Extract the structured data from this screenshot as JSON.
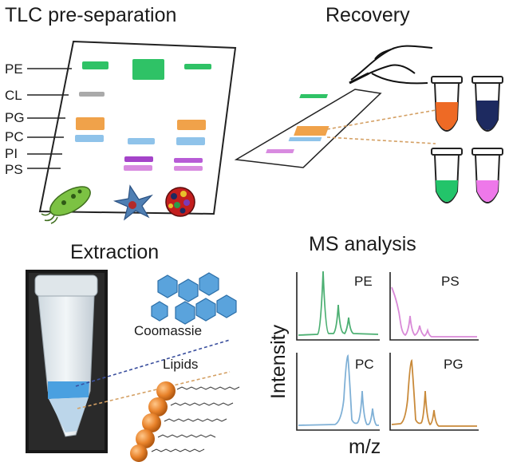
{
  "sections": {
    "tlc": "TLC pre-separation",
    "recovery": "Recovery",
    "extraction": "Extraction",
    "ms": "MS analysis"
  },
  "tlc_lipid_labels": [
    "PE",
    "CL",
    "PG",
    "PC",
    "PI",
    "PS"
  ],
  "extraction_labels": {
    "coomassie": "Coomassie",
    "lipids": "Lipids"
  },
  "ms_panels": [
    {
      "label": "PE",
      "color": "#4caf72"
    },
    {
      "label": "PS",
      "color": "#d98ad8"
    },
    {
      "label": "PC",
      "color": "#7fb0d6"
    },
    {
      "label": "PG",
      "color": "#c98a3a"
    }
  ],
  "ms_axes": {
    "y": "Intensity",
    "x": "m/z"
  },
  "colors": {
    "PE": "#2fc266",
    "CL": "#aaaaaa",
    "PG": "#f0a24a",
    "PC": "#8fc3ea",
    "PI": "#b75bd6",
    "PS": "#d88be0",
    "tube_orange": "#ee6a25",
    "tube_navy": "#1d2a60",
    "tube_green": "#23c46a",
    "tube_pink": "#ee78ea"
  }
}
